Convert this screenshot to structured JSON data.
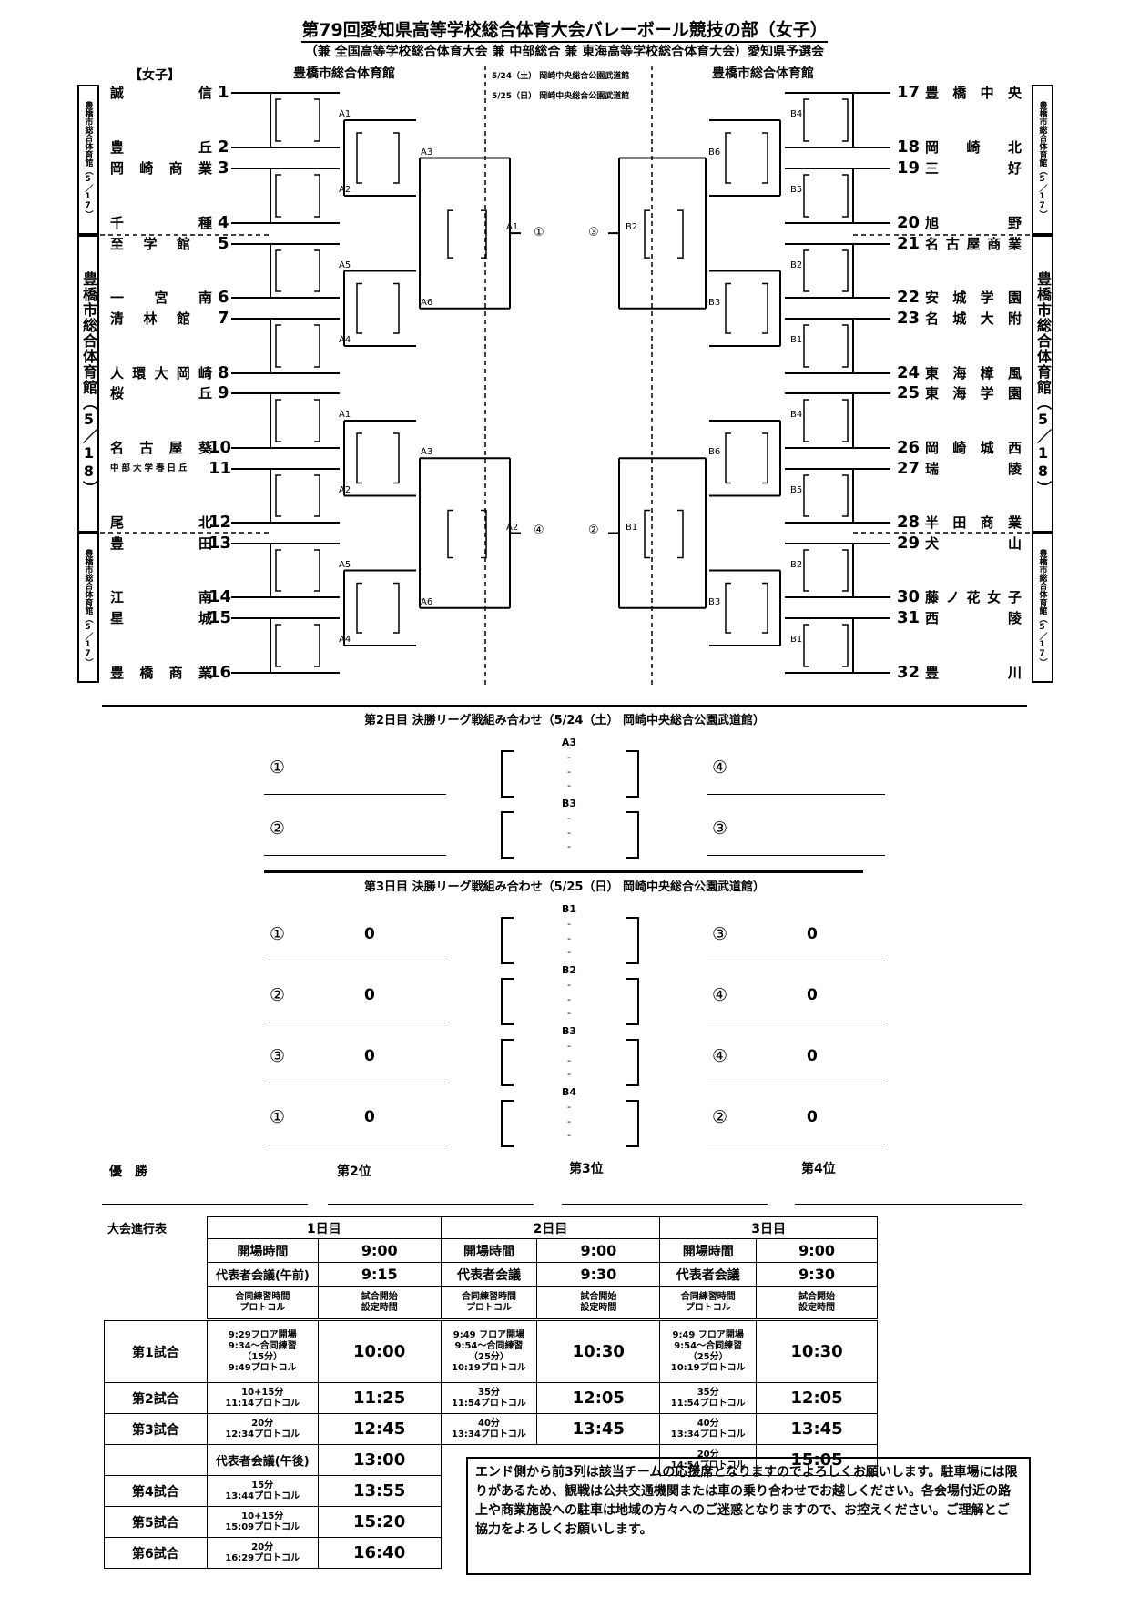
{
  "title": "第79回愛知県高等学校総合体育大会バレーボール競技の部（女子）",
  "subtitle": "（兼 全国高等学校総合体育大会 兼 中部総合 兼 東海高等学校総合体育大会）愛知県予選会",
  "category": "【女子】",
  "venue_left": "豊橋市総合体育館",
  "venue_right": "豊橋市総合体育館",
  "center_dates": [
    "5/24（土） 岡崎中央総合公園武道館",
    "5/25（日） 岡崎中央総合公園武道館"
  ],
  "side_labels": {
    "small": "豊橋市総合体育館（5／17）",
    "large": "豊橋市総合体育館（5／18）"
  },
  "teams_left": [
    {
      "num": "1",
      "name": "誠信"
    },
    {
      "num": "2",
      "name": "豊丘"
    },
    {
      "num": "3",
      "name": "岡崎商業"
    },
    {
      "num": "4",
      "name": "千種"
    },
    {
      "num": "5",
      "name": "至学館"
    },
    {
      "num": "6",
      "name": "一宮南"
    },
    {
      "num": "7",
      "name": "清林館"
    },
    {
      "num": "8",
      "name": "人環大岡崎"
    },
    {
      "num": "9",
      "name": "桜丘"
    },
    {
      "num": "10",
      "name": "名古屋葵"
    },
    {
      "num": "11",
      "name": "中部大学春日丘"
    },
    {
      "num": "12",
      "name": "尾北"
    },
    {
      "num": "13",
      "name": "豊田"
    },
    {
      "num": "14",
      "name": "江南"
    },
    {
      "num": "15",
      "name": "星城"
    },
    {
      "num": "16",
      "name": "豊橋商業"
    }
  ],
  "teams_right": [
    {
      "num": "17",
      "name": "豊橋中央"
    },
    {
      "num": "18",
      "name": "岡崎北"
    },
    {
      "num": "19",
      "name": "三好"
    },
    {
      "num": "20",
      "name": "旭野"
    },
    {
      "num": "21",
      "name": "名古屋商業"
    },
    {
      "num": "22",
      "name": "安城学園"
    },
    {
      "num": "23",
      "name": "名城大附"
    },
    {
      "num": "24",
      "name": "東海樟風"
    },
    {
      "num": "25",
      "name": "東海学園"
    },
    {
      "num": "26",
      "name": "岡崎城西"
    },
    {
      "num": "27",
      "name": "瑞陵"
    },
    {
      "num": "28",
      "name": "半田商業"
    },
    {
      "num": "29",
      "name": "犬山"
    },
    {
      "num": "30",
      "name": "藤ノ花女子"
    },
    {
      "num": "31",
      "name": "西陵"
    },
    {
      "num": "32",
      "name": "豊川"
    }
  ],
  "match_labels_left": {
    "r1": [
      "A1",
      "A2",
      "A5",
      "A4",
      "A1",
      "A2",
      "A5",
      "A4"
    ],
    "r2": [
      "A3",
      "A6",
      "A3",
      "A6"
    ],
    "r3": [
      "A1",
      "A2"
    ]
  },
  "match_labels_right": {
    "r1": [
      "B4",
      "B5",
      "B2",
      "B1",
      "B4",
      "B5",
      "B2",
      "B1"
    ],
    "r2": [
      "B6",
      "B3",
      "B6",
      "B3"
    ],
    "r3": [
      "B2",
      "B1"
    ]
  },
  "block_marks": {
    "top_left": "①",
    "top_right": "③",
    "bottom_left": "④",
    "bottom_right": "②"
  },
  "day2": {
    "heading": "第2日目 決勝リーグ戦組み合わせ（5/24（土） 岡崎中央総合公園武道館）",
    "matches": [
      {
        "court": "A3",
        "left": "①",
        "right": "④",
        "dashes": [
          "-",
          "-",
          "-"
        ]
      },
      {
        "court": "B3",
        "left": "②",
        "right": "③",
        "dashes": [
          "-",
          "-",
          "-"
        ]
      }
    ]
  },
  "day3": {
    "heading": "第3日目 決勝リーグ戦組み合わせ（5/25（日） 岡崎中央総合公園武道館）",
    "matches": [
      {
        "court": "B1",
        "left": "①",
        "left_score": "0",
        "right": "③",
        "right_score": "0",
        "dashes": [
          "-",
          "-",
          "-"
        ]
      },
      {
        "court": "B2",
        "left": "②",
        "left_score": "0",
        "right": "④",
        "right_score": "0",
        "dashes": [
          "-",
          "-",
          "-"
        ]
      },
      {
        "court": "B3",
        "left": "③",
        "left_score": "0",
        "right": "④",
        "right_score": "0",
        "dashes": [
          "-",
          "-",
          "-"
        ]
      },
      {
        "court": "B4",
        "left": "①",
        "left_score": "0",
        "right": "②",
        "right_score": "0",
        "dashes": [
          "-",
          "-",
          "-"
        ]
      }
    ]
  },
  "placings": [
    "優　勝",
    "第2位",
    "第3位",
    "第4位"
  ],
  "schedule": {
    "label": "大会進行表",
    "days": [
      "1日目",
      "2日目",
      "3日目"
    ],
    "open_label": "開場時間",
    "open_times": [
      "9:00",
      "9:00",
      "9:00"
    ],
    "meeting_labels": [
      "代表者会議(午前)",
      "代表者会議",
      "代表者会議"
    ],
    "meeting_times": [
      "9:15",
      "9:30",
      "9:30"
    ],
    "col_head_a": [
      "合同練習時間",
      "プロトコル"
    ],
    "col_head_b": [
      "試合開始",
      "設定時間"
    ],
    "rows": [
      {
        "label": "第1試合",
        "d1": [
          "9:29フロア開場",
          "9:34～合同練習",
          "（15分）",
          "9:49プロトコル"
        ],
        "d1t": "10:00",
        "d2": [
          "9:49 フロア開場",
          "9:54～合同練習",
          "（25分）",
          "10:19プロトコル"
        ],
        "d2t": "10:30",
        "d3": [
          "9:49 フロア開場",
          "9:54～合同練習",
          "（25分）",
          "10:19プロトコル"
        ],
        "d3t": "10:30"
      },
      {
        "label": "第2試合",
        "d1": [
          "10+15分",
          "11:14プロトコル"
        ],
        "d1t": "11:25",
        "d2": [
          "35分",
          "11:54プロトコル"
        ],
        "d2t": "12:05",
        "d3": [
          "35分",
          "11:54プロトコル"
        ],
        "d3t": "12:05"
      },
      {
        "label": "第3試合",
        "d1": [
          "20分",
          "12:34プロトコル"
        ],
        "d1t": "12:45",
        "d2": [
          "40分",
          "13:34プロトコル"
        ],
        "d2t": "13:45",
        "d3": [
          "40分",
          "13:34プロトコル"
        ],
        "d3t": "13:45"
      }
    ],
    "afternoon_meeting": {
      "label": "代表者会議(午後)",
      "time": "13:00"
    },
    "day3_extra": {
      "lines": [
        "20分",
        "14:54プロトコル"
      ],
      "time": "15:05"
    },
    "late_rows": [
      {
        "label": "第4試合",
        "lines": [
          "15分",
          "13:44プロトコル"
        ],
        "time": "13:55"
      },
      {
        "label": "第5試合",
        "lines": [
          "10+15分",
          "15:09プロトコル"
        ],
        "time": "15:20"
      },
      {
        "label": "第6試合",
        "lines": [
          "20分",
          "16:29プロトコル"
        ],
        "time": "16:40"
      }
    ]
  },
  "notice": "エンド側から前3列は該当チームの応援席となりますのでよろしくお願いします。駐車場には限りがあるため、観戦は公共交通機関または車の乗り合わせでお越しください。各会場付近の路上や商業施設への駐車は地域の方々へのご迷惑となりますので、お控えください。ご理解とご協力をよろしくお願いします。"
}
